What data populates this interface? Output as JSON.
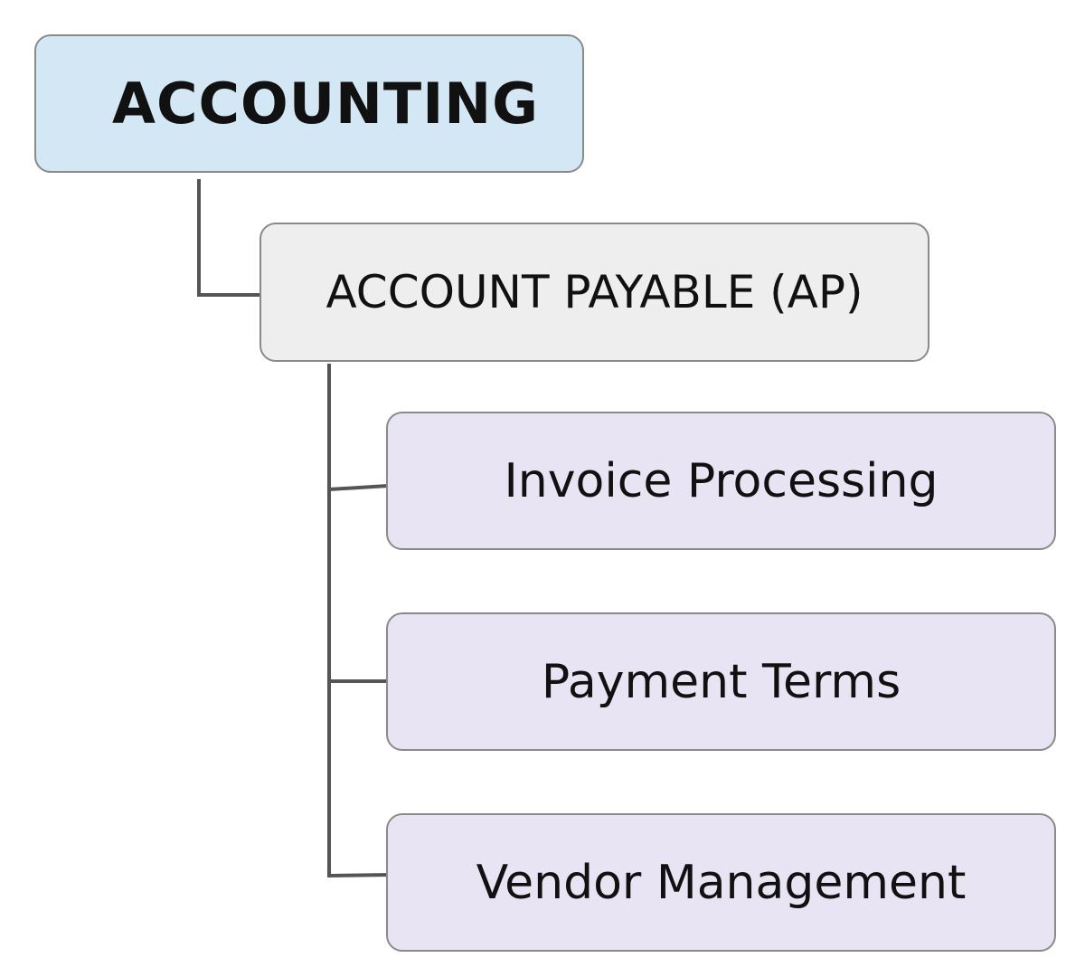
{
  "diagram": {
    "root": {
      "label": "ACCOUNTING"
    },
    "branch": {
      "label": "ACCOUNT PAYABLE (AP)"
    },
    "leaves": [
      {
        "label": "Invoice Processing"
      },
      {
        "label": "Payment Terms"
      },
      {
        "label": "Vendor Management"
      }
    ]
  },
  "colors": {
    "root_fill": "#d3e8f4",
    "branch_fill": "#eeeeee",
    "leaf_fill": "#e8e4f3",
    "connector": "#555555",
    "border": "#8a8a8a"
  }
}
